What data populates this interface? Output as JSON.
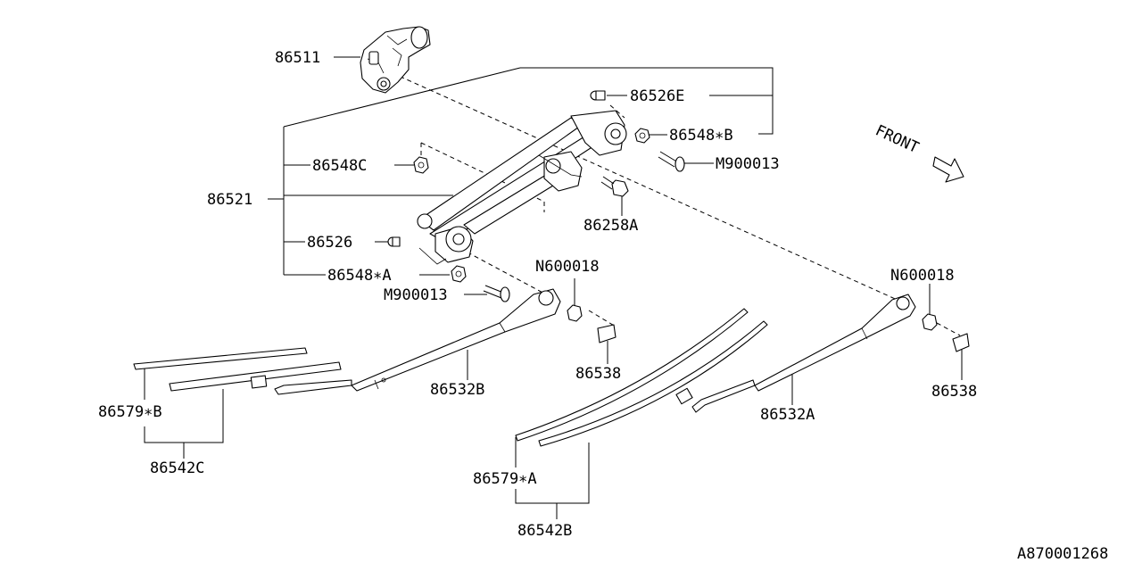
{
  "diagram": {
    "labels": {
      "motor": "86511",
      "link_assembly": "86521",
      "cap_e": "86526E",
      "nut_b": "86548∗B",
      "screw_right": "M900013",
      "clip_c": "86548C",
      "bolt": "86258A",
      "cap": "86526",
      "nut_a": "86548∗A",
      "screw_left": "M900013",
      "nut_left": "N600018",
      "nut_right": "N600018",
      "cover_left": "86538",
      "cover_right": "86538",
      "arm_left": "86532B",
      "arm_right": "86532A",
      "rubber_left": "86579∗B",
      "blade_left": "86542C",
      "rubber_right": "86579∗A",
      "blade_right": "86542B",
      "front": "FRONT",
      "ref_code": "A870001268"
    },
    "icons": {
      "front_arrow": "front-arrow-icon"
    }
  }
}
